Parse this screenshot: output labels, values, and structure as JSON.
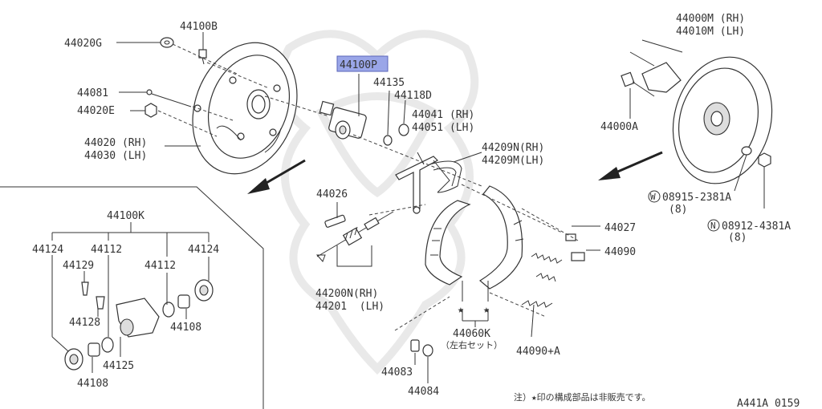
{
  "labels": {
    "p44100B": "44100B",
    "p44020G": "44020G",
    "p44081": "44081",
    "p44020E": "44020E",
    "p44020RH": "44020 (RH)",
    "p44030LH": "44030 (LH)",
    "p44100P": "44100P",
    "p44135": "44135",
    "p44118D": "44118D",
    "p44041RH": "44041 (RH)",
    "p44051LH": "44051 (LH)",
    "p44209N": "44209N(RH)",
    "p44209M": "44209M(LH)",
    "p44000M": "44000M (RH)",
    "p44010M": "44010M (LH)",
    "p44000A": "44000A",
    "p08915": "08915-2381A",
    "p08915qty": "(8)",
    "p08912": "08912-4381A",
    "p08912qty": "(8)",
    "circW": "W",
    "circN": "N",
    "p44026": "44026",
    "p44027": "44027",
    "p44090": "44090",
    "p44100K": "44100K",
    "p44124a": "44124",
    "p44112a": "44112",
    "p44129": "44129",
    "p44112b": "44112",
    "p44124b": "44124",
    "p44128": "44128",
    "p44108a": "44108",
    "p44125": "44125",
    "p44108b": "44108",
    "p44200N": "44200N(RH)",
    "p44201": "44201  (LH)",
    "p44060K": "44060K",
    "p44060Kset": "（左右セット）",
    "p44090A": "44090+A",
    "p44083": "44083",
    "p44084": "44084",
    "note": "注）★印の構成部品は非販売です。",
    "figure_id": "A441A 0159"
  },
  "highlight_color": "#9aa6e8",
  "star_glyph": "★"
}
